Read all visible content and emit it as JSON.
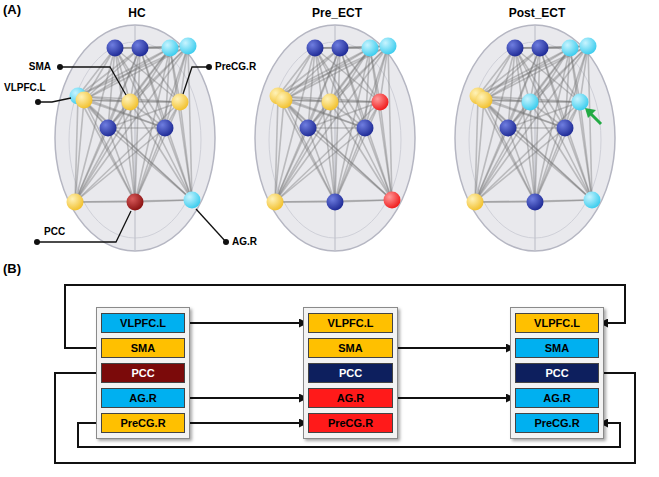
{
  "diagram": {
    "nodes": [
      {
        "text": []
      },
      {
        "text": [
          "VLPFC.L"
        ],
        "in": 0
      },
      {
        "text": [
          "SMA"
        ],
        "in": 0
      },
      {
        "text": [
          "PCC"
        ],
        "in": 0
      },
      {
        "text": [
          "AG.R"
        ],
        "in": 0
      },
      {
        "text": [
          "PreCG.R"
        ],
        "in": 0
      },
      {
        "text": []
      },
      {
        "text": [
          "VLPFC.L"
        ],
        "in": 6
      },
      {
        "text": [
          "SMA"
        ],
        "in": 6
      },
      {
        "text": [
          "PCC"
        ],
        "in": 6
      },
      {
        "text": [
          "AG.R"
        ],
        "in": 6
      },
      {
        "text": [
          "PreCG.R"
        ],
        "in": 6
      },
      {
        "text": []
      },
      {
        "text": [
          "VLPFC.L"
        ],
        "in": 12
      },
      {
        "text": [
          "SMA"
        ],
        "in": 12
      },
      {
        "text": [
          "PCC"
        ],
        "in": 12
      },
      {
        "text": [
          "AG.R"
        ],
        "in": 12
      },
      {
        "text": [
          "PreCG.R"
        ],
        "in": 12
      }
    ],
    "edges": [
      {
        "from": 1,
        "to": 7,
        "arrow": "to"
      },
      {
        "from": 8,
        "to": 14,
        "arrow": "to"
      },
      {
        "from": 4,
        "to": 10,
        "arrow": "to"
      },
      {
        "from": 10,
        "to": 16,
        "arrow": "to"
      },
      {
        "from": 5,
        "to": 11,
        "arrow": "to"
      },
      {
        "from": 2,
        "to": 13,
        "arrow": "to"
      },
      {
        "from": 3,
        "to": 15,
        "arrow": "none"
      },
      {
        "from": 5,
        "to": 17,
        "arrow": "to"
      }
    ],
    "labels": [
      "(A)",
      "HC",
      "Pre_ECT",
      "Post_ECT",
      "SMA",
      "VLPFC.L",
      "PreCG.R",
      "PCC",
      "AG.R",
      "(B)"
    ]
  }
}
